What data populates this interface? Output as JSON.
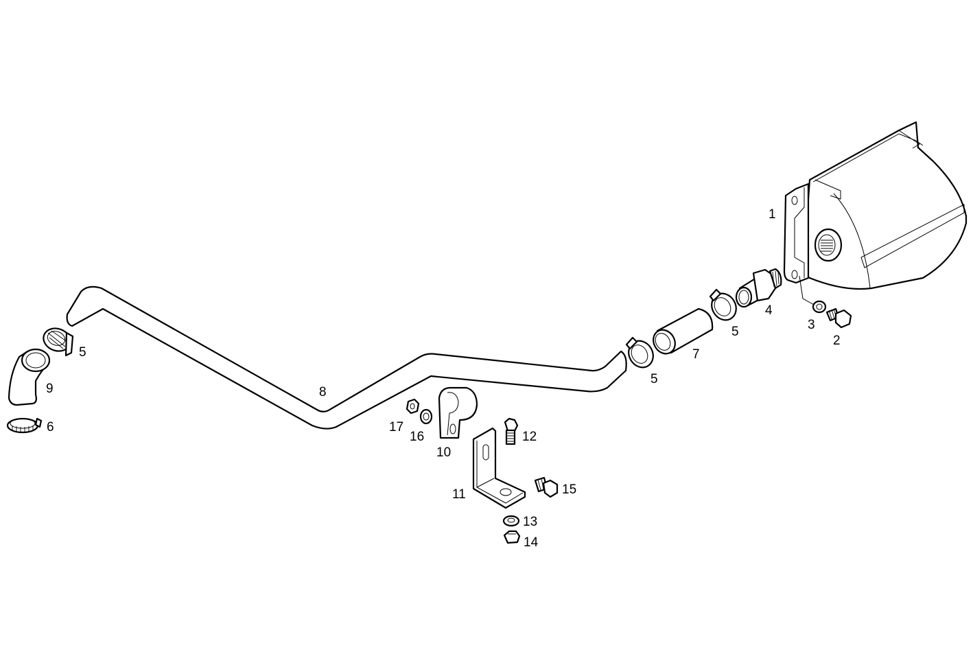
{
  "diagram": {
    "type": "exploded-parts-diagram",
    "background": "#ffffff",
    "line_color": "#000000",
    "parts": [
      {
        "id": "1",
        "label": "1",
        "name": "Tank / reservoir housing"
      },
      {
        "id": "2",
        "label": "2",
        "name": "Hex bolt"
      },
      {
        "id": "3",
        "label": "3",
        "name": "Washer"
      },
      {
        "id": "4",
        "label": "4",
        "name": "Threaded hose fitting"
      },
      {
        "id": "5a",
        "label": "5",
        "name": "Hose clamp (at fitting)"
      },
      {
        "id": "5b",
        "label": "5",
        "name": "Hose clamp (center)"
      },
      {
        "id": "5c",
        "label": "5",
        "name": "Hose clamp (left)"
      },
      {
        "id": "6",
        "label": "6",
        "name": "Hose clamp (small)"
      },
      {
        "id": "7",
        "label": "7",
        "name": "Straight hose sleeve"
      },
      {
        "id": "8",
        "label": "8",
        "name": "Formed pipe"
      },
      {
        "id": "9",
        "label": "9",
        "name": "Elbow hose"
      },
      {
        "id": "10",
        "label": "10",
        "name": "Pipe clip"
      },
      {
        "id": "11",
        "label": "11",
        "name": "Angle bracket"
      },
      {
        "id": "12",
        "label": "12",
        "name": "Hex bolt"
      },
      {
        "id": "13",
        "label": "13",
        "name": "Washer"
      },
      {
        "id": "14",
        "label": "14",
        "name": "Hex nut"
      },
      {
        "id": "15",
        "label": "15",
        "name": "Hex bolt"
      },
      {
        "id": "16",
        "label": "16",
        "name": "Washer"
      },
      {
        "id": "17",
        "label": "17",
        "name": "Hex nut"
      }
    ]
  }
}
